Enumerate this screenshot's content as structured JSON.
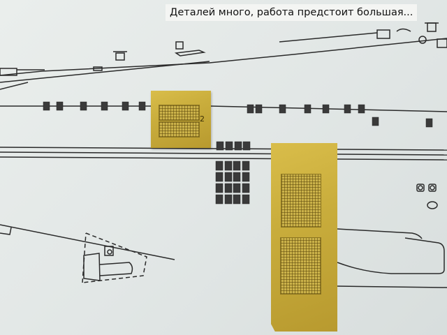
{
  "caption": {
    "text": "Деталей много, работа предстоит большая..."
  },
  "scene": {
    "description": "Photo-etched brass window frets lying on a submarine hull drawing",
    "brass_fret_small": {
      "part_number": "2",
      "grid_blocks": 2
    },
    "brass_fret_large": {
      "grid_blocks": 2
    },
    "colors": {
      "paper": "#e4e9e8",
      "brass": "#c9ad3c",
      "ink": "#2a2a2a",
      "caption_bg": "#f4f5f3"
    }
  }
}
